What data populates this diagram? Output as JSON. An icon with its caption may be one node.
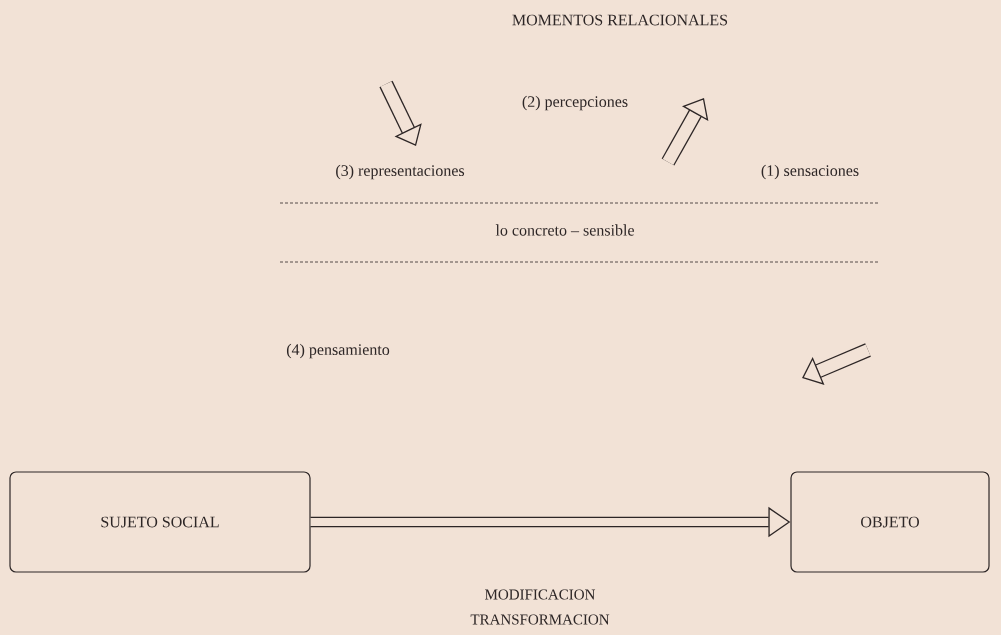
{
  "diagram": {
    "title": "MOMENTOS RELACIONALES",
    "nodes": [
      {
        "text": [
          "(1) sensaciones"
        ]
      },
      {
        "text": [
          "(2) percepciones"
        ]
      },
      {
        "text": [
          "(3) representaciones"
        ]
      },
      {
        "text": [
          "(4) pensamiento"
        ]
      },
      {
        "text": [
          "SUJETO SOCIAL"
        ]
      },
      {
        "text": [
          "OBJETO"
        ]
      }
    ],
    "edges": [
      {
        "from": 4,
        "to": 5,
        "arrow": "to",
        "label": "MODIFICACION TRANSFORMACION"
      }
    ],
    "labels": [
      "lo concreto – sensible"
    ]
  }
}
